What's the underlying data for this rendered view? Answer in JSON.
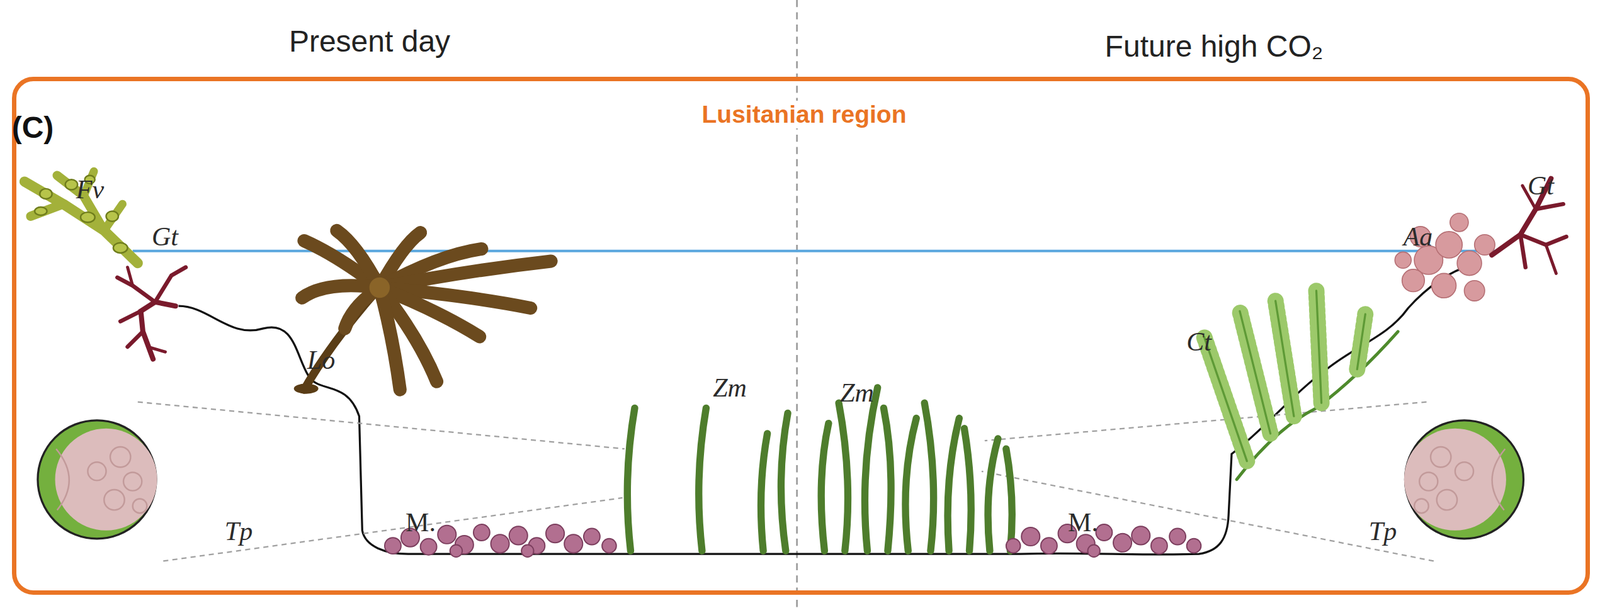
{
  "diagram": {
    "nodes": [
      {
        "text": [
          "Lusitanian region"
        ]
      }
    ],
    "labels": [
      "Present day",
      "Future high CO₂",
      "(C)",
      "Fv",
      "Gt",
      "Lo",
      "Zm",
      "Zm",
      "M.",
      "M.",
      "Tp",
      "Tp",
      "Gt",
      "Aa",
      "Ct"
    ]
  }
}
